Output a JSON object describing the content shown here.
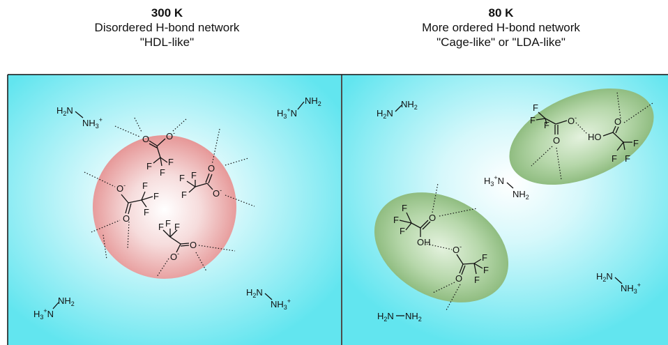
{
  "left_panel": {
    "temperature": "300 K",
    "description": "Disordered H-bond network",
    "label": "\"HDL-like\""
  },
  "right_panel": {
    "temperature": "80 K",
    "description": "More ordered H-bond network",
    "label": "\"Cage-like\" or \"LDA-like\""
  },
  "atoms": {
    "O": "O",
    "F": "F",
    "N": "N",
    "H": "H",
    "OH": "OH",
    "HO": "HO",
    "sub2": "2",
    "sub3": "3",
    "plus": "+",
    "minus": "-"
  },
  "colors": {
    "background_center": "#ffffff",
    "background_edge": "#62e5ef",
    "disordered_cluster": "#e99c9c",
    "ordered_cluster": "#93bf86"
  }
}
